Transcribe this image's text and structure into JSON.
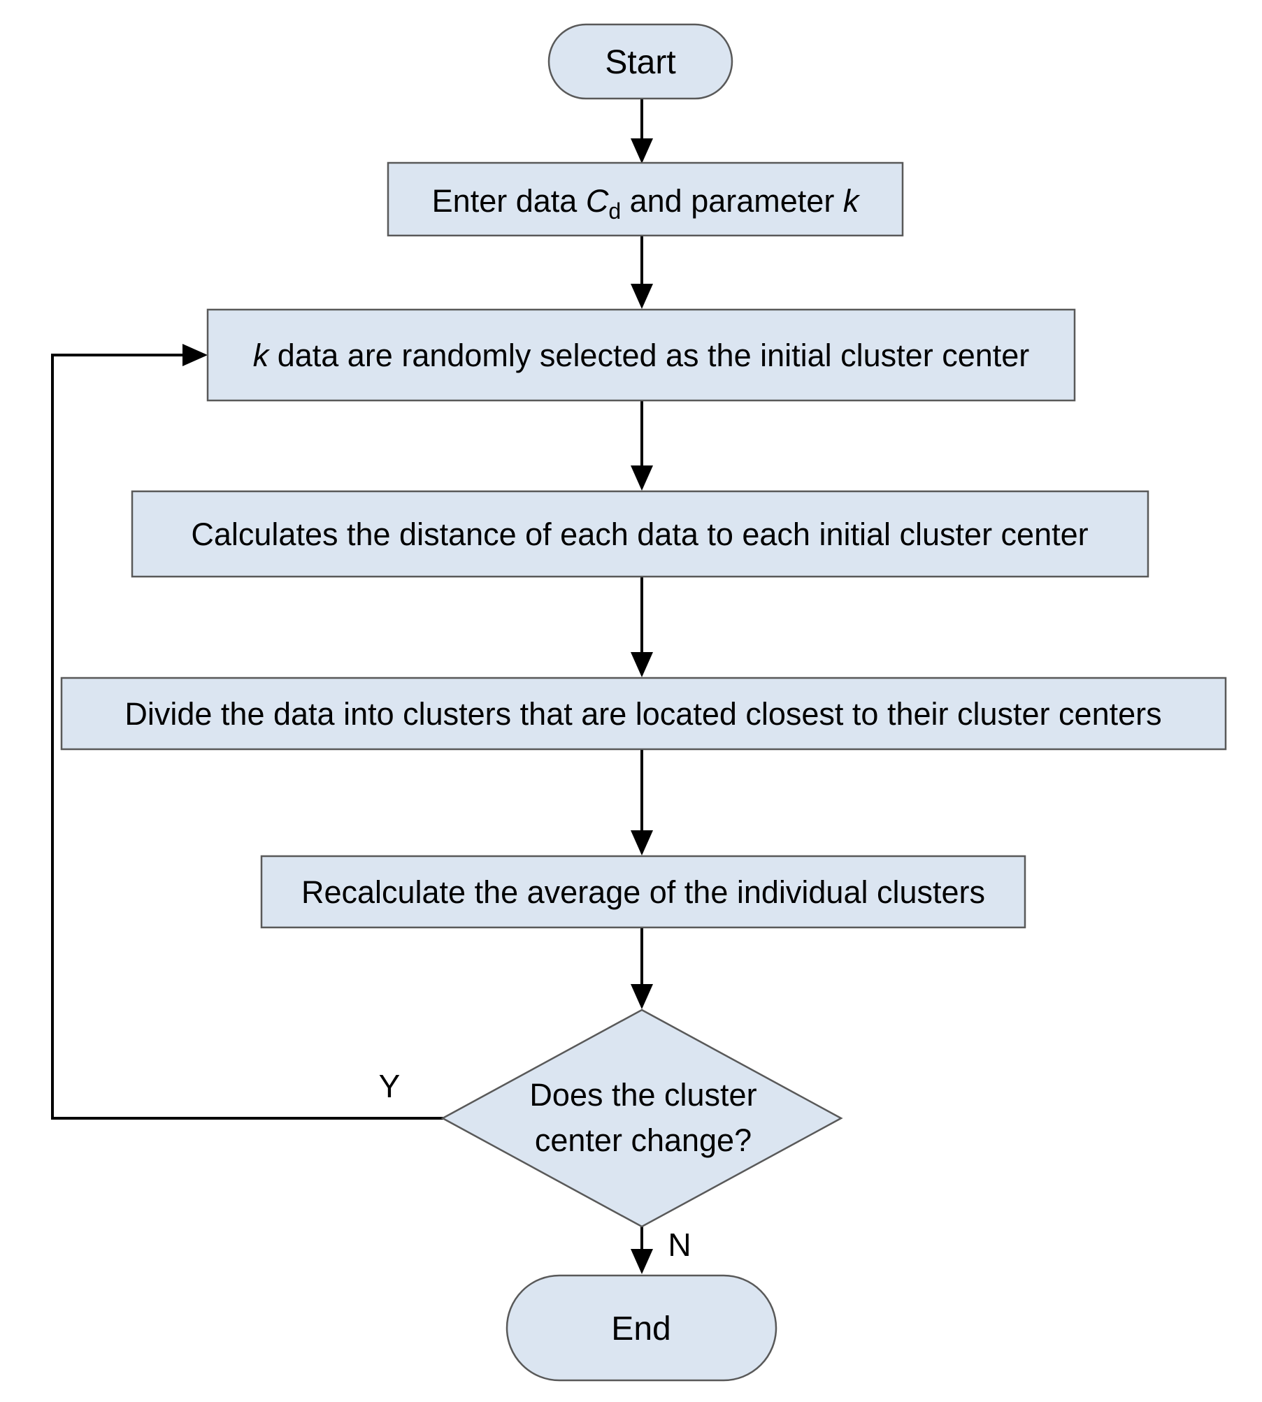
{
  "flowchart": {
    "nodes": {
      "start": {
        "label": "Start"
      },
      "enter_data": {
        "text_before": "Enter data ",
        "var_c": "C",
        "var_c_sub": "d",
        "text_middle": " and parameter ",
        "var_k": "k"
      },
      "select_centers": {
        "var_k": "k",
        "text": " data are randomly selected as the initial cluster center"
      },
      "calc_distance": {
        "text": "Calculates the distance of each data to each initial cluster center"
      },
      "divide_clusters": {
        "text": "Divide the data into clusters that are located closest to their cluster centers"
      },
      "recalc_average": {
        "text": "Recalculate the average of the individual clusters"
      },
      "decision_change": {
        "line1": "Does the cluster",
        "line2": "center change?"
      },
      "end": {
        "label": "End"
      }
    },
    "edge_labels": {
      "yes": "Y",
      "no": "N"
    },
    "colors": {
      "node_fill": "#dbe5f1",
      "node_border": "#595959",
      "arrow": "#000000",
      "text": "#000000"
    }
  }
}
